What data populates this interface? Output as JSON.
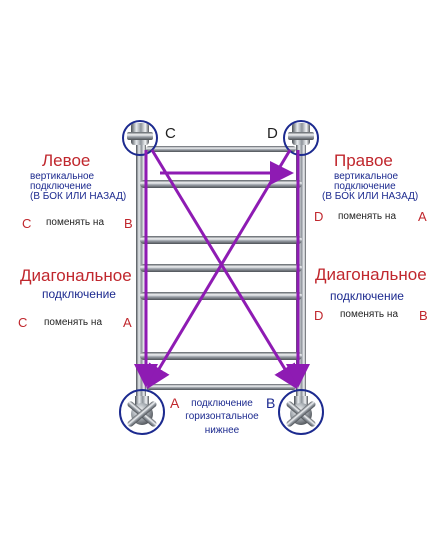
{
  "corners": {
    "c": "C",
    "d": "D",
    "a": "A",
    "b": "B"
  },
  "left_panel": {
    "title": "Левое",
    "subtitle_1": "вертикальное",
    "subtitle_2": "подключение",
    "subtitle_3": "(В БОК ИЛИ НАЗАД)",
    "from": "C",
    "swap_text": "поменять на",
    "to": "B"
  },
  "right_panel": {
    "title": "Правое",
    "subtitle_1": "вертикальное",
    "subtitle_2": "подключение",
    "subtitle_3": "(В БОК ИЛИ НАЗАД)",
    "from": "D",
    "swap_text": "поменять на",
    "to": "A"
  },
  "left_diagonal": {
    "title": "Диагональное",
    "subtitle": "подключение",
    "from": "C",
    "swap_text": "поменять на",
    "to": "A"
  },
  "right_diagonal": {
    "title": "Диагональное",
    "subtitle": "подключение",
    "from": "D",
    "swap_text": "поменять на",
    "to": "B"
  },
  "bottom_note": {
    "line_1": "подключение",
    "line_2": "горизонтальное",
    "line_3": "нижнее"
  },
  "colors": {
    "arrow": "#8e1bb3",
    "circle": "#1c2a8f",
    "title_red": "#c0272d",
    "text_blue": "#1c2a8f",
    "chrome": "#9aa0a6"
  }
}
